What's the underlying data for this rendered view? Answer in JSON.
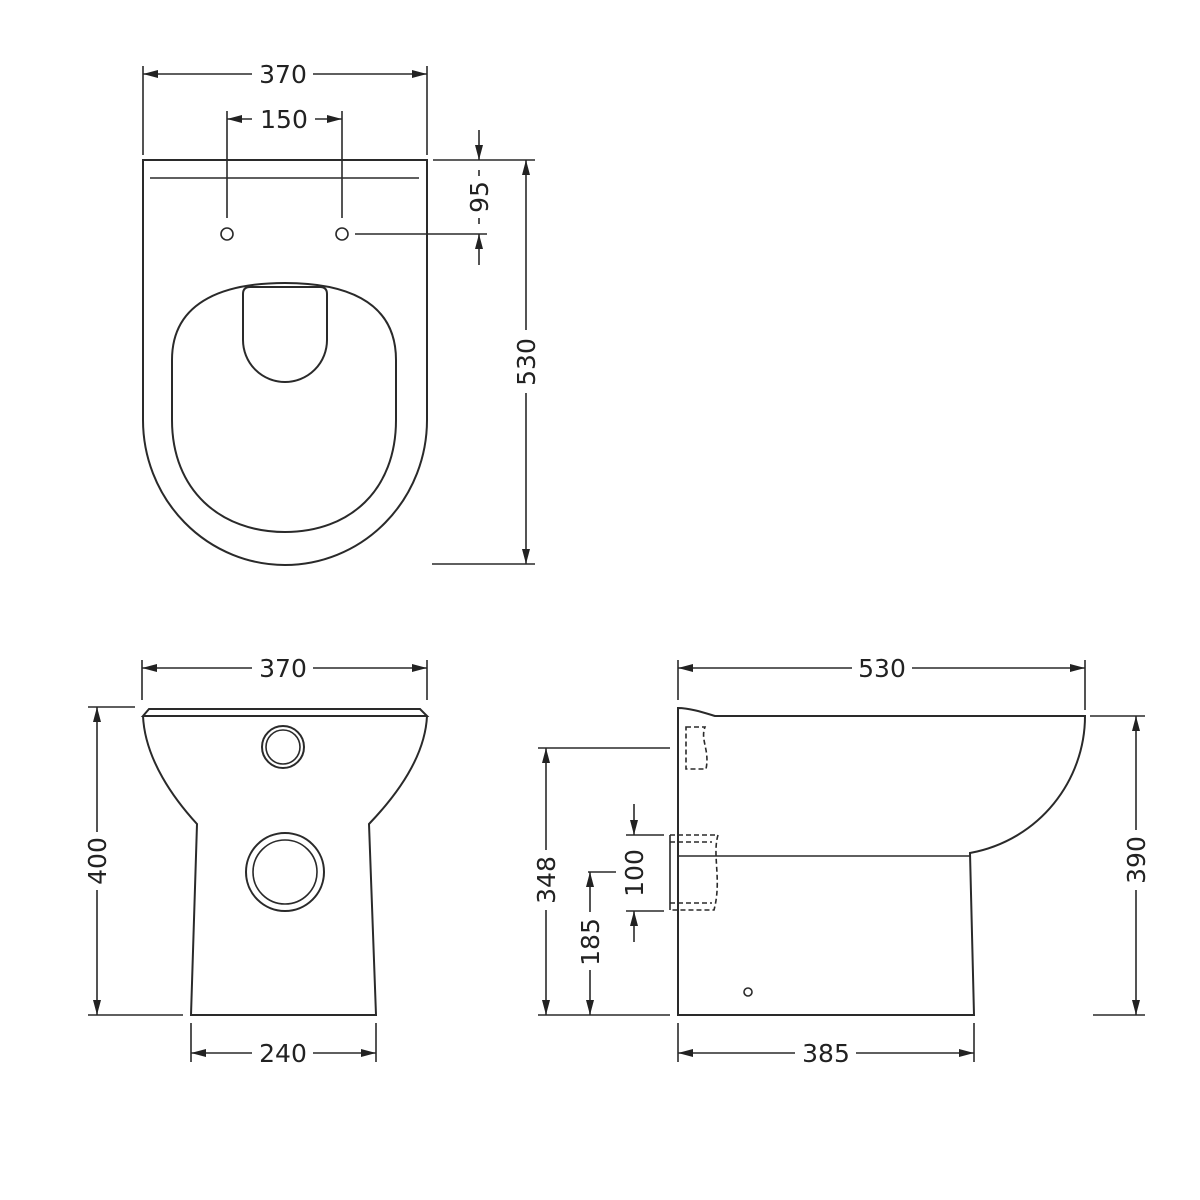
{
  "drawing": {
    "title": "Back-to-wall toilet dimension drawing",
    "units": "mm",
    "colors": {
      "line": "#2a2a2a",
      "background": "#ffffff"
    }
  },
  "views": {
    "top": {
      "width": "370",
      "fixing_centres": "150",
      "fixing_from_back": "95",
      "depth": "530"
    },
    "front": {
      "top_width": "370",
      "height": "400",
      "base_width": "240"
    },
    "side": {
      "depth": "530",
      "height": "390",
      "inlet_height": "348",
      "outlet_size": "100",
      "outlet_centre_height": "185",
      "base_depth": "385"
    }
  }
}
